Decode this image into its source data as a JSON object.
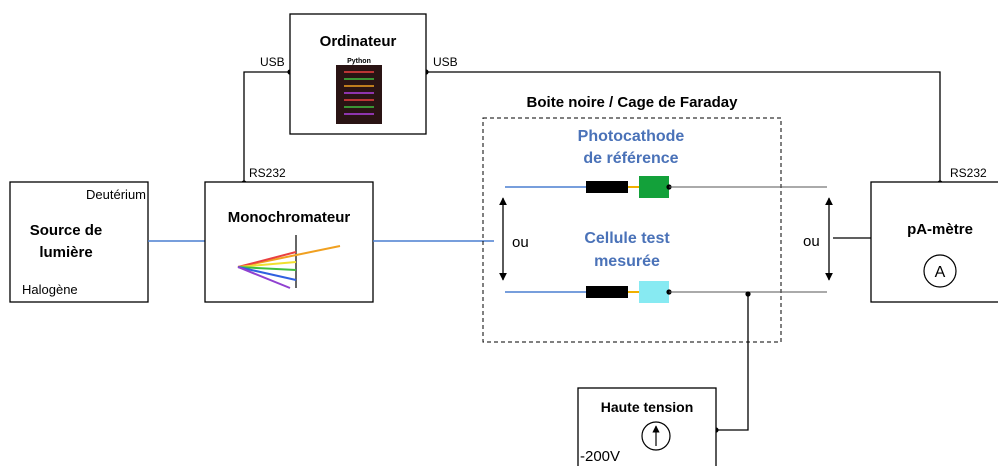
{
  "ordinateur": {
    "title": "Ordinateur",
    "screen_label": "Python"
  },
  "usb_left": "USB",
  "usb_right": "USB",
  "rs232_left": "RS232",
  "rs232_right": "RS232",
  "source": {
    "title_line1": "Source de",
    "title_line2": "lumière",
    "lamp_top": "Deutérium",
    "lamp_bottom": "Halogène"
  },
  "monochromateur": {
    "title": "Monochromateur"
  },
  "boite": {
    "title": "Boite noire / Cage de Faraday",
    "ref_line1": "Photocathode",
    "ref_line2": "de référence",
    "test_line1": "Cellule test",
    "test_line2": "mesurée",
    "ou_left": "ou",
    "ou_right": "ou"
  },
  "pametre": {
    "title": "pA-mètre",
    "symbol": "A"
  },
  "haute_tension": {
    "title": "Haute tension",
    "voltage": "-200V"
  },
  "colors": {
    "fiber": "#4a7fd0",
    "label_blue": "#4a72b8",
    "ref_cell": "#13a13a",
    "test_cell": "#87eaf2",
    "connector": "#000000",
    "link": "#f0b000"
  }
}
